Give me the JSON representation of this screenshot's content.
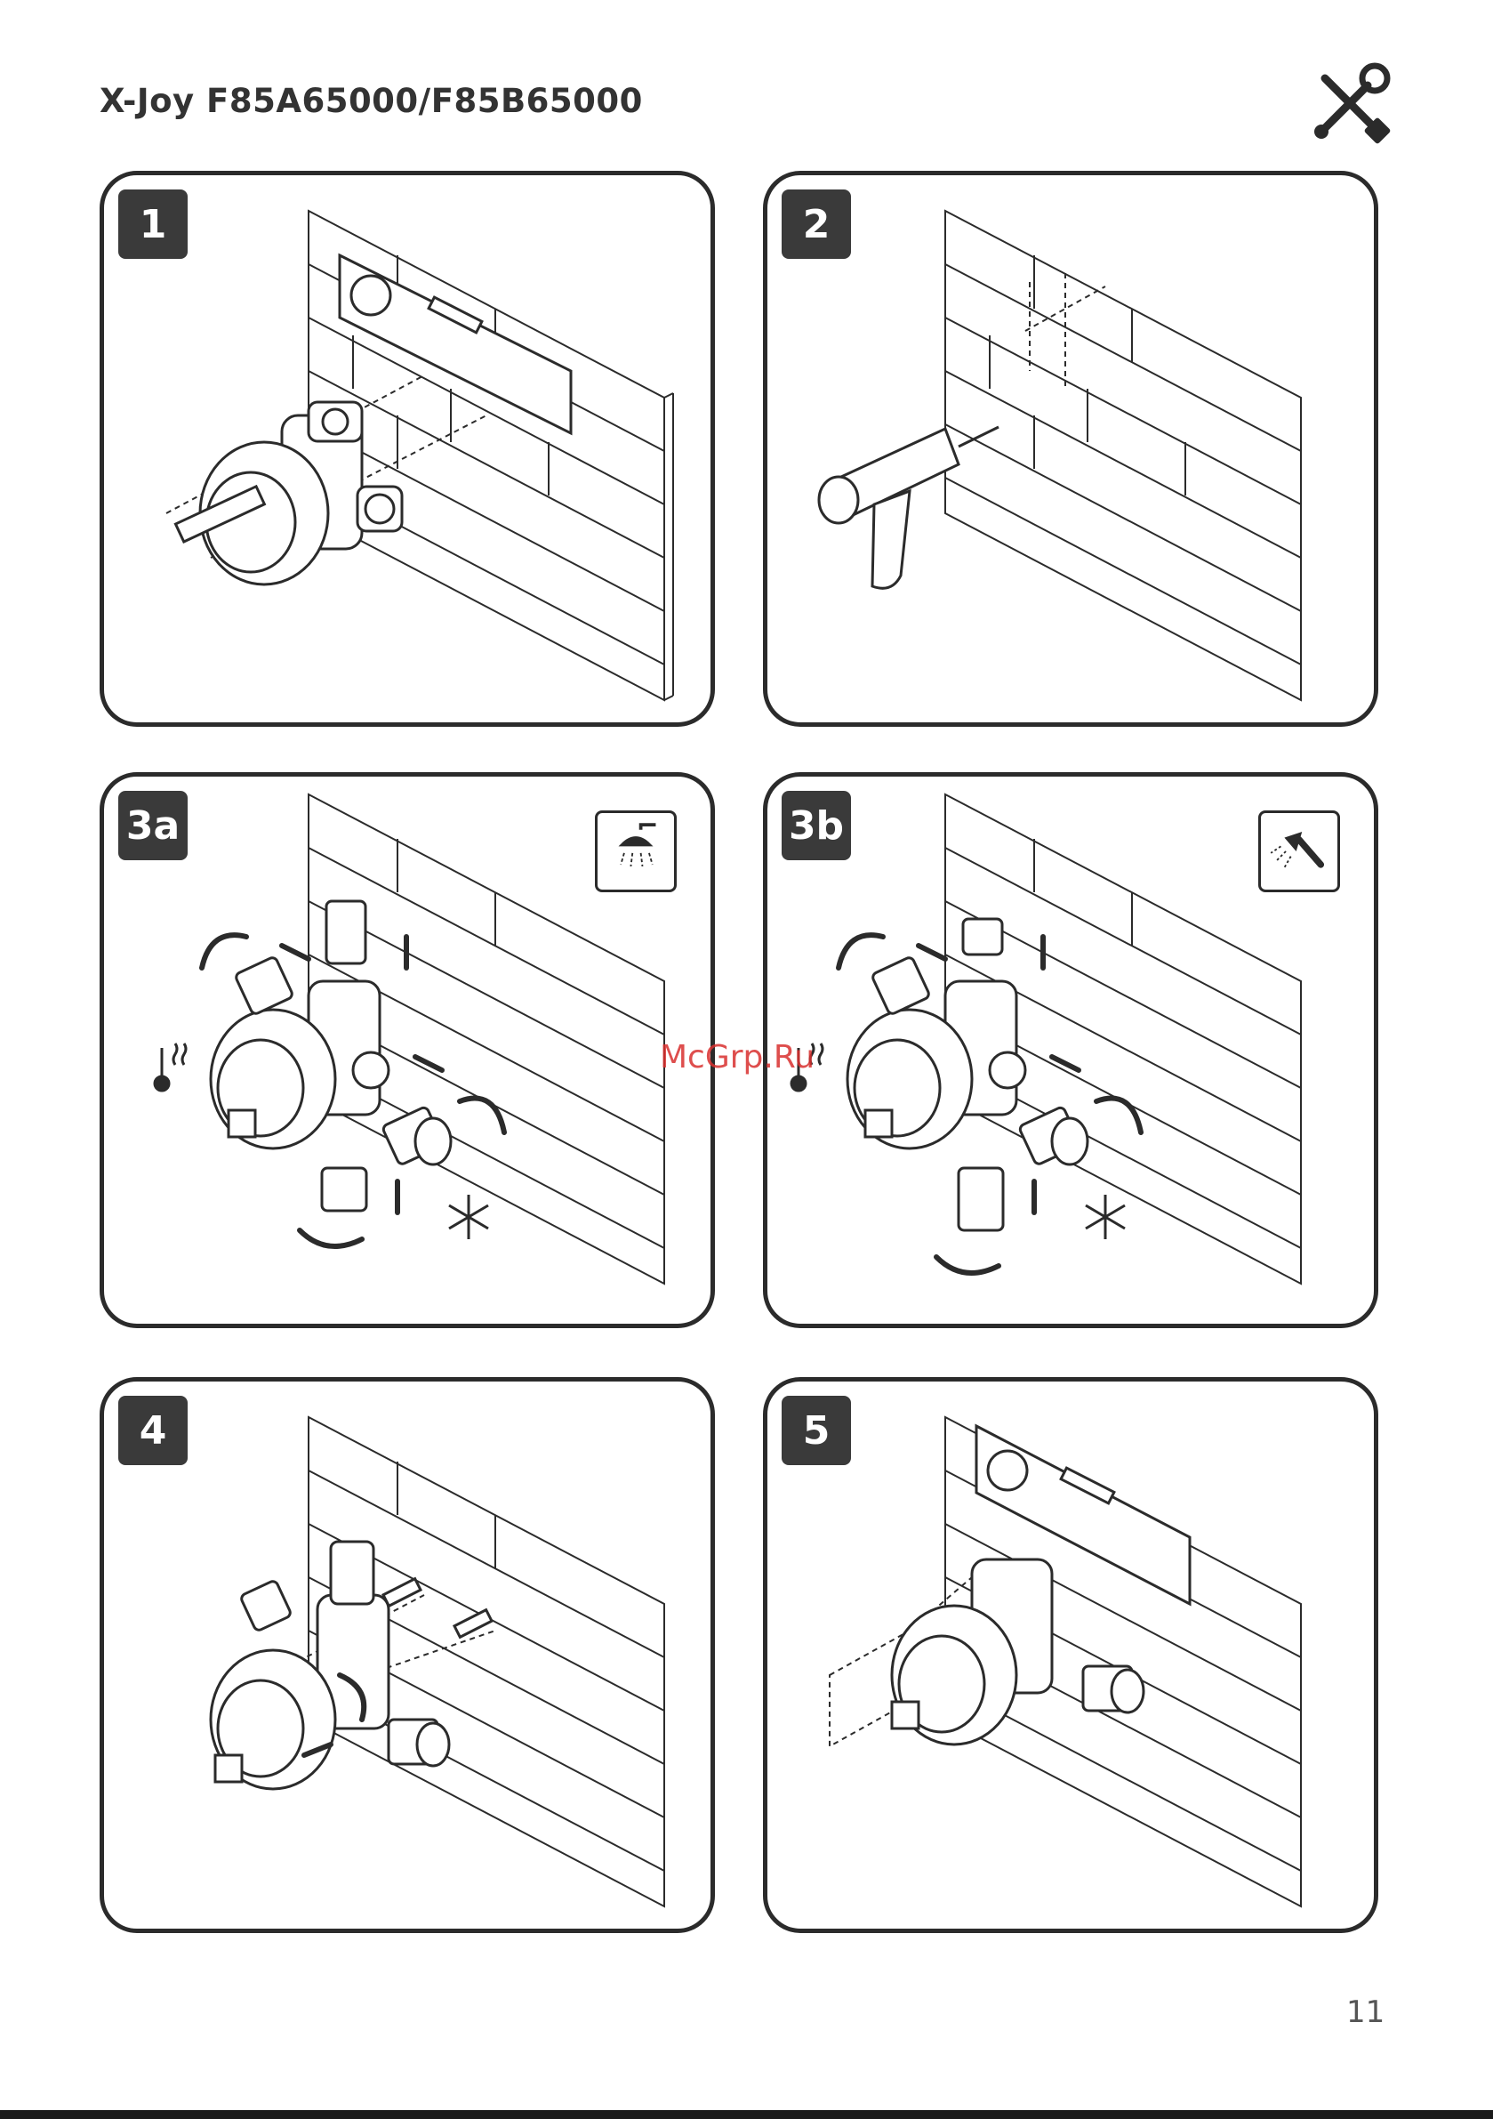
{
  "header": {
    "title": "X-Joy F85A65000/F85B65000",
    "tools_icon": "wrench-screwdriver-icon"
  },
  "steps": [
    {
      "label": "1",
      "description_icon": "spirit-level-icon"
    },
    {
      "label": "2",
      "description_icon": "drill-icon"
    },
    {
      "label": "3a",
      "mode_icon": "overhead-shower-icon"
    },
    {
      "label": "3b",
      "mode_icon": "hand-shower-icon"
    },
    {
      "label": "4",
      "description_icon": "screw-icon"
    },
    {
      "label": "5",
      "description_icon": "spirit-level-icon"
    }
  ],
  "symbols": {
    "hot": "thermometer-icon",
    "cold": "snowflake-icon",
    "hot_color": "#2b2b2b"
  },
  "watermark": "McGrp.Ru",
  "page_number": "11"
}
